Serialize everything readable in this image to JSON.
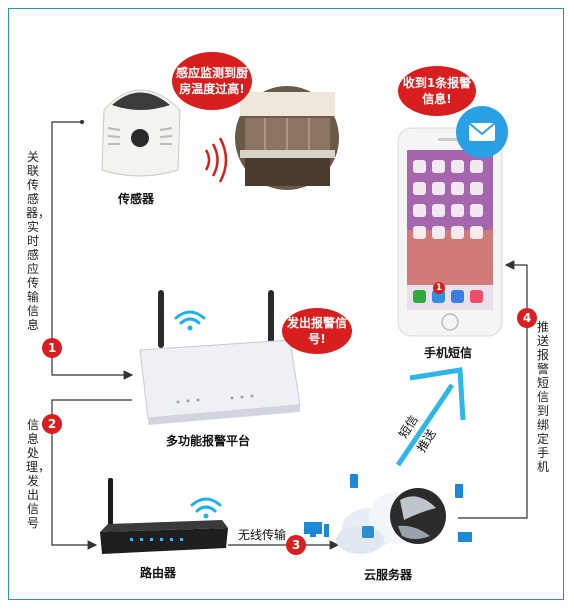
{
  "nodes": {
    "sensor": "传感器",
    "platform": "多功能报警平台",
    "router": "路由器",
    "cloud": "云服务器",
    "phone": "手机短信"
  },
  "bubbles": {
    "sensor": "感应监测到厨房温度过高!",
    "platform": "发出报警信号!",
    "phone": "收到1条报警信息!"
  },
  "steps": {
    "s1": {
      "number": "1",
      "text": "关联传感器，实时感应传输信息"
    },
    "s2": {
      "number": "2",
      "text": "信息处理，发出信号"
    },
    "s3": {
      "number": "3",
      "text": "无线传输"
    },
    "s4": {
      "number": "4",
      "text": "推送报警短信到绑定手机"
    }
  },
  "sms_push": {
    "line1": "短信",
    "line2": "推送"
  },
  "phone_badge": "1",
  "colors": {
    "accent_red": "#d81e1e",
    "line": "#333333",
    "cyan": "#2fb6e8",
    "frame": "#2a8fd0"
  }
}
